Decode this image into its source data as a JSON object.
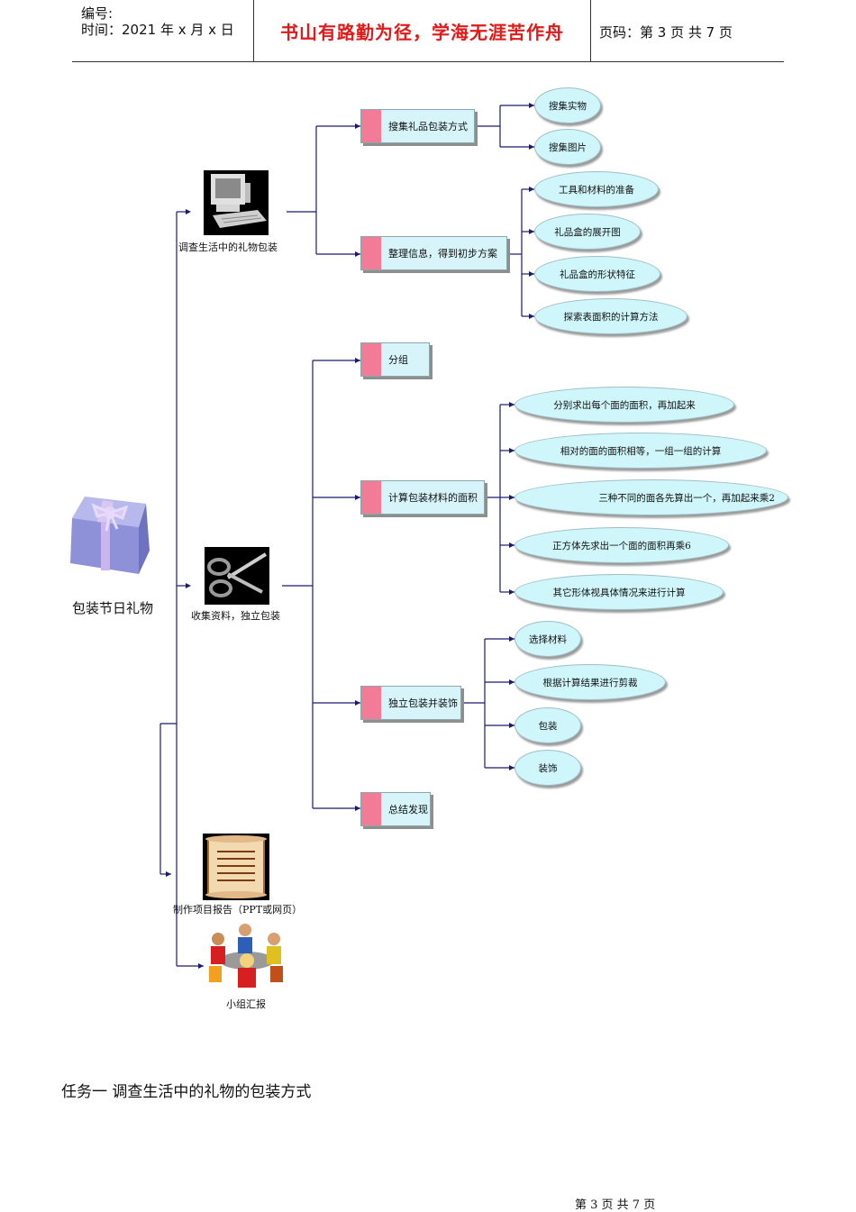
{
  "header": {
    "number_label": "编号:",
    "time_label": "时间：2021 年 x 月 x 日",
    "motto": "书山有路勤为径，学海无涯苦作舟",
    "page_info": "页码：第 3 页  共 7 页"
  },
  "mindmap": {
    "root": "包装节日礼物",
    "branches": [
      {
        "label": "调查生活中的礼物包装",
        "icon": "computer-icon"
      },
      {
        "label": "收集资料，独立包装",
        "icon": "scissors-icon"
      },
      {
        "label": "制作项目报告（PPT或网页）",
        "icon": "scroll-icon"
      },
      {
        "label": "小组汇报",
        "icon": "group-meeting-icon"
      }
    ],
    "boxes": [
      "搜集礼品包装方式",
      "整理信息，得到初步方案",
      "分组",
      "计算包装材料的面积",
      "独立包装并装饰",
      "总结发现"
    ],
    "ovals": [
      "搜集实物",
      "搜集图片",
      "工具和材料的准备",
      "礼品盒的展开图",
      "礼品盒的形状特征",
      "探索表面积的计算方法",
      "分别求出每个面的面积，再加起来",
      "相对的面的面积相等，一组一组的计算",
      "三种不同的面各先算出一个，再加起来乘2",
      "正方体先求出一个面的面积再乘6",
      "其它形体视具体情况来进行计算",
      "选择材料",
      "根据计算结果进行剪裁",
      "包装",
      "装饰"
    ]
  },
  "task_title": "任务一    调查生活中的礼物的包装方式",
  "footer": "第  3  页  共  7  页"
}
